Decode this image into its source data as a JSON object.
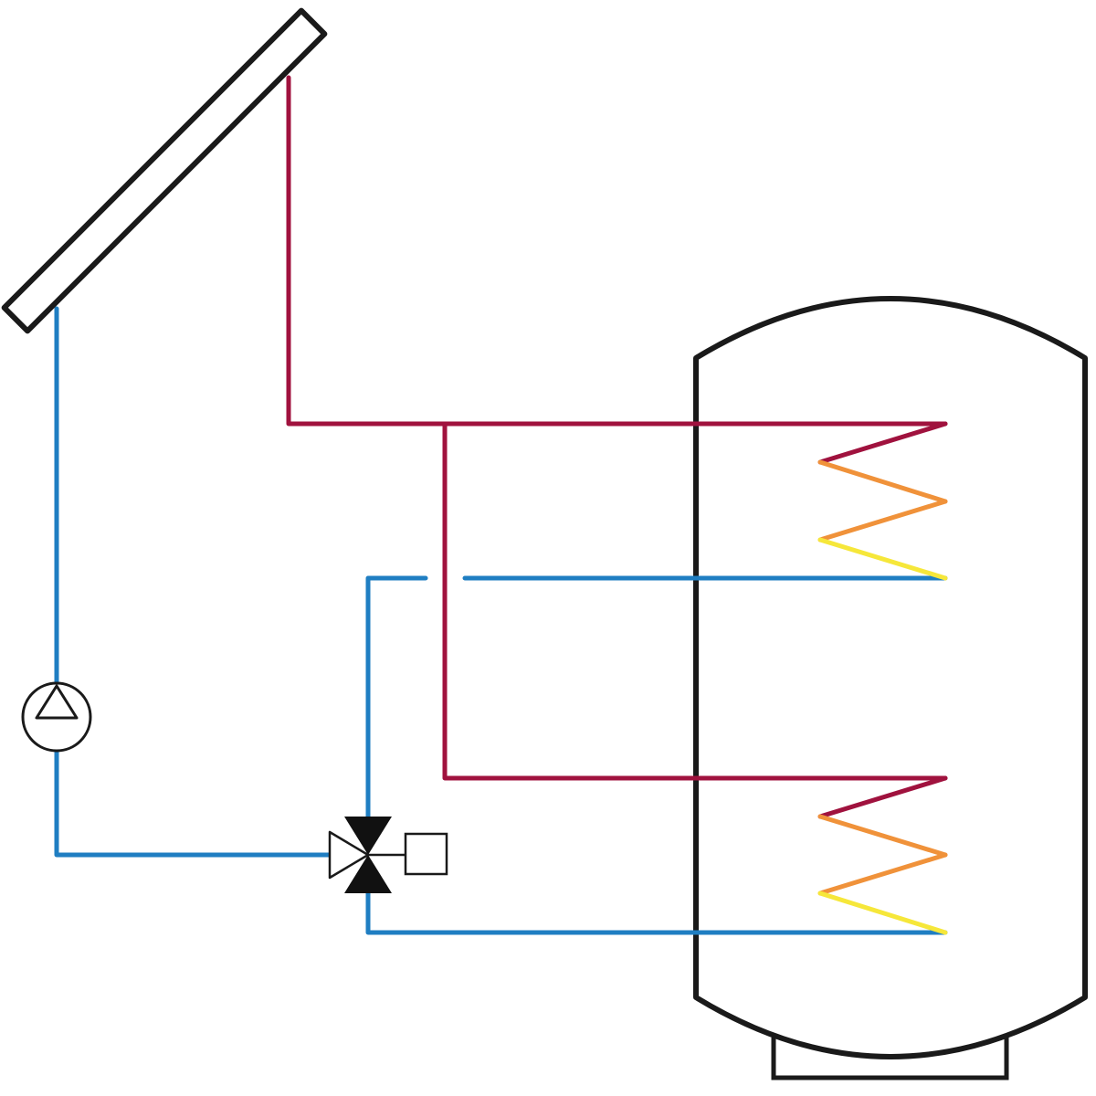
{
  "diagram": {
    "type": "solar-thermal-schematic",
    "components": [
      {
        "id": "solar-collector",
        "kind": "collector"
      },
      {
        "id": "circulation-pump",
        "kind": "pump"
      },
      {
        "id": "three-way-valve",
        "kind": "valve"
      },
      {
        "id": "valve-actuator",
        "kind": "actuator"
      },
      {
        "id": "storage-tank",
        "kind": "tank"
      },
      {
        "id": "upper-heat-exchanger-coil",
        "kind": "coil"
      },
      {
        "id": "lower-heat-exchanger-coil",
        "kind": "coil"
      }
    ],
    "colors": {
      "hot_pipe": "#a0123e",
      "cold_pipe": "#1f7ec2",
      "coil_mid": "#f0923a",
      "coil_warm": "#f6e73a",
      "outline": "#1a1a1a",
      "background": "#ffffff"
    }
  }
}
